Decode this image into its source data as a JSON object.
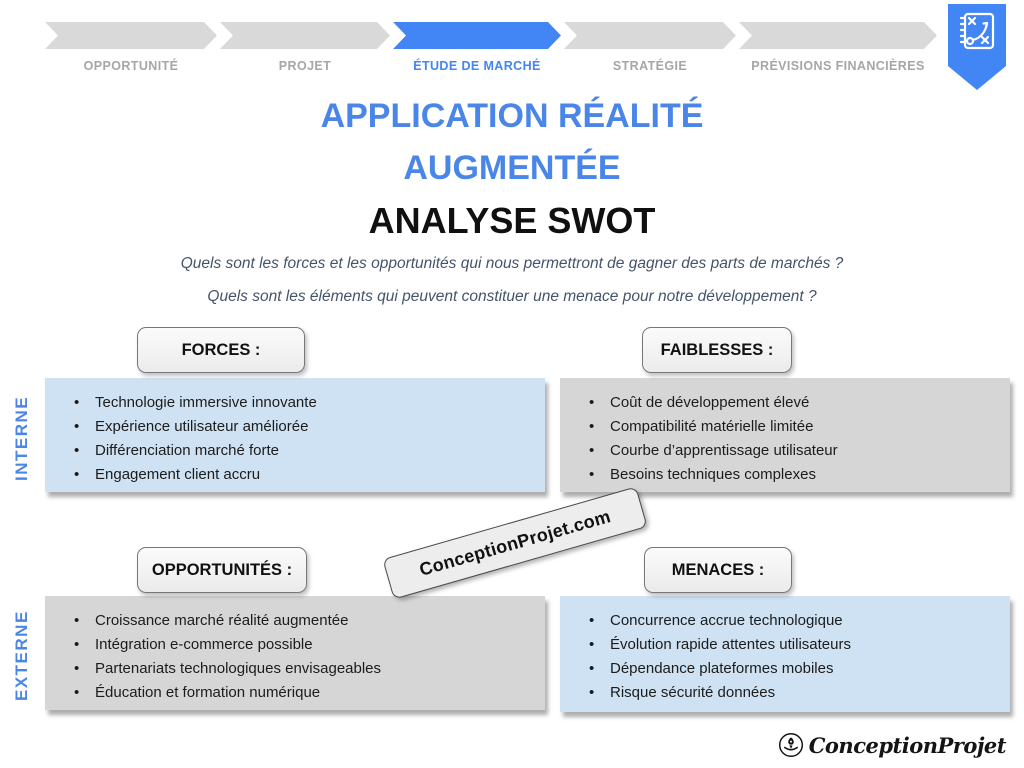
{
  "stepper": {
    "steps": [
      {
        "label": "OPPORTUNITÉ",
        "active": false
      },
      {
        "label": "PROJET",
        "active": false
      },
      {
        "label": "ÉTUDE DE MARCHÉ",
        "active": true
      },
      {
        "label": "STRATÉGIE",
        "active": false
      },
      {
        "label": "PRÉVISIONS FINANCIÈRES",
        "active": false
      }
    ]
  },
  "bookmark": {
    "icon": "strategy-playbook-icon"
  },
  "title": {
    "line1": "APPLICATION RÉALITÉ",
    "line2": "AUGMENTÉE",
    "line3": "ANALYSE SWOT"
  },
  "questions": [
    "Quels sont les forces et les opportunités qui nous permettront de gagner des parts de marchés ?",
    "Quels sont les éléments qui peuvent constituer une menace pour notre développement ?"
  ],
  "axis_labels": {
    "internal": "INTERNE",
    "external": "EXTERNE"
  },
  "quadrants": {
    "forces": {
      "header": "FORCES :",
      "items": [
        "Technologie immersive innovante",
        "Expérience utilisateur améliorée",
        "Différenciation marché forte",
        "Engagement client accru"
      ]
    },
    "faiblesses": {
      "header": "FAIBLESSES :",
      "items": [
        "Coût de développement élevé",
        "Compatibilité matérielle limitée",
        "Courbe d’apprentissage utilisateur",
        "Besoins techniques complexes"
      ]
    },
    "opportunites": {
      "header": "OPPORTUNITÉS :",
      "items": [
        "Croissance marché réalité augmentée",
        "Intégration e-commerce possible",
        "Partenariats technologiques envisageables",
        "Éducation et formation numérique"
      ]
    },
    "menaces": {
      "header": "MENACES :",
      "items": [
        "Concurrence accrue technologique",
        "Évolution rapide attentes utilisateurs",
        "Dépendance plateformes mobiles",
        "Risque sécurité données"
      ]
    }
  },
  "watermark": {
    "text": "ConceptionProjet.com"
  },
  "footer": {
    "logo_text": "ConceptionProjet",
    "logo_icon": "hand-rocket-icon"
  },
  "colors": {
    "accent_blue": "#4285f4",
    "title_blue": "#4a86e8",
    "label_blue": "#4a86e8",
    "panel_blue": "#cfe2f3",
    "panel_gray": "#d6d6d6",
    "chevron_gray": "#d9d9d9",
    "chevron_label_gray": "#a6a6a6",
    "question_color": "#44546a"
  }
}
